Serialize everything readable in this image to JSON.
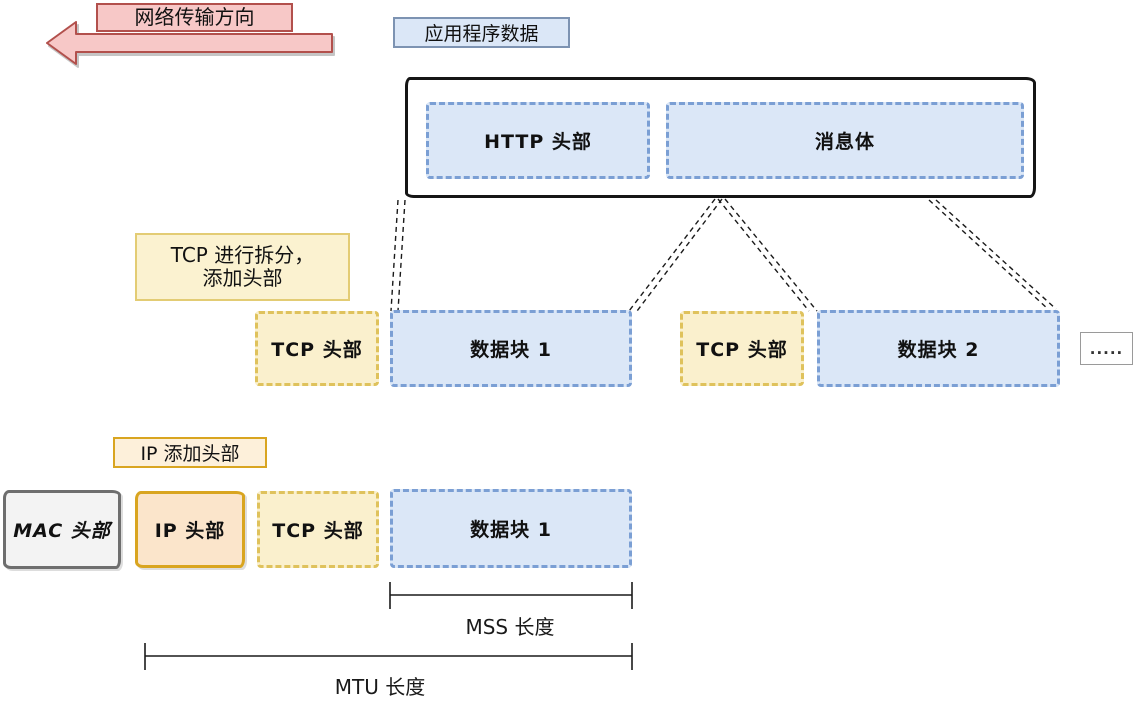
{
  "labels": {
    "direction": "网络传输方向",
    "app_data": "应用程序数据",
    "http_header": "HTTP 头部",
    "message_body": "消息体",
    "tcp_note_line1": "TCP 进行拆分，",
    "tcp_note_line2": "添加头部",
    "ip_note": "IP 添加头部",
    "ellipsis": ".....",
    "mss": "MSS 长度",
    "mtu": "MTU 长度"
  },
  "segments": [
    {
      "header": "TCP 头部",
      "data": "数据块 1"
    },
    {
      "header": "TCP 头部",
      "data": "数据块 2"
    }
  ],
  "packet": {
    "mac": "MAC 头部",
    "ip": "IP 头部",
    "tcp": "TCP 头部",
    "data": "数据块 1"
  },
  "colors": {
    "pink-fill": "#f7c8c7",
    "pink-border": "#b2504c",
    "blue-fill": "#dbe7f7",
    "blue-border": "#7b9fd4",
    "applabel-border": "#7d93b2",
    "cream-fill": "#faf0cd",
    "gold-border": "#dfc25c",
    "note-yellow-fill": "#fbf2d0",
    "note-yellow-border": "#e3cc74",
    "peach-fill": "#fbe5cb",
    "orange-border": "#d9a520",
    "ipnote-fill": "#fdf0da",
    "gray-fill": "#f3f3f3",
    "gray-border": "#6e6e6e",
    "line-color": "#1a1a1a"
  }
}
